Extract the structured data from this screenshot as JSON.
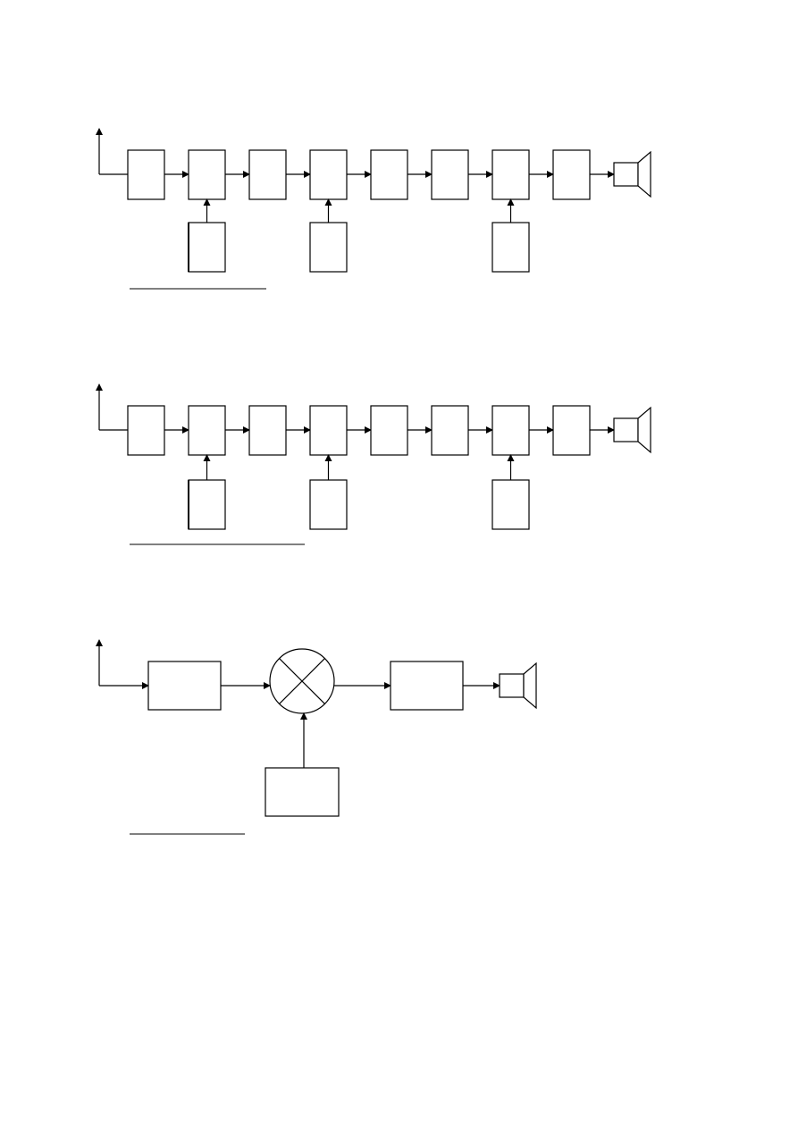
{
  "diagrams": [
    {
      "kind": "chain",
      "main_blocks": 8,
      "side_blocks_under": [
        2,
        4,
        7
      ],
      "captions": [
        ""
      ]
    },
    {
      "kind": "chain",
      "main_blocks": 8,
      "side_blocks_under": [
        2,
        4,
        7
      ],
      "captions": [
        ""
      ]
    },
    {
      "kind": "mixer",
      "blocks": [
        "",
        "",
        ""
      ],
      "captions": [
        ""
      ]
    }
  ],
  "colors": {
    "stroke": "#000000",
    "background": "#ffffff"
  },
  "icons": [
    "antenna-icon",
    "speaker-icon",
    "mixer-x-icon"
  ]
}
